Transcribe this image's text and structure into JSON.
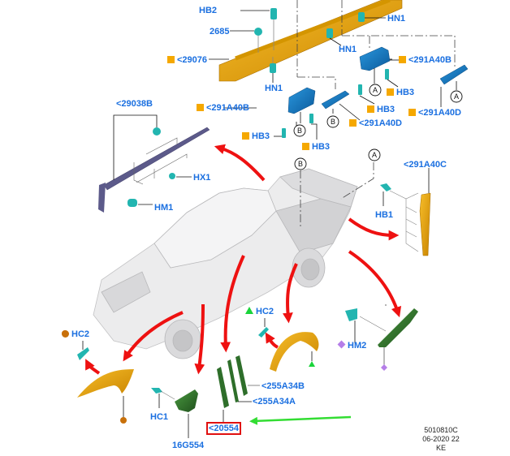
{
  "diagram": {
    "description": "Exploded parts diagram of pickup truck exterior trim: rocker panel moldings, wheel arch moldings, splash shields and fasteners",
    "part_labels": {
      "hb2": "HB2",
      "p2685": "2685",
      "p29076": "<29076",
      "hn1_left": "HN1",
      "hn1_right_top": "HN1",
      "hn1_mid": "HN1",
      "p291a40b_right": "<291A40B",
      "hb3_a": "HB3",
      "p291a40d_right": "<291A40D",
      "p291a40b_left": "<291A40B",
      "hb3_b": "HB3",
      "p291a40d_mid": "<291A40D",
      "hb3_c": "HB3",
      "hb3_d": "HB3",
      "p29038b": "<29038B",
      "hx1": "HX1",
      "hm1": "HM1",
      "p291a40c": "<291A40C",
      "hb1": "HB1",
      "hc2_left": "HC2",
      "hc2_mid": "HC2",
      "hm2": "HM2",
      "hc1": "HC1",
      "p16g554": "16G554",
      "p255a34b": "<255A34B",
      "p255a34a": "<255A34A",
      "p20554": "<20554"
    },
    "reference_circles": {
      "a": "A",
      "b": "B"
    },
    "markers": {
      "square": "orange-square",
      "dot": "brown-dot",
      "triangle": "green-triangle",
      "diamond": "purple-diamond"
    },
    "highlighted_part": "<20554",
    "footer": {
      "line1": "5010810C",
      "line2": "06-2020 22",
      "line3": "KE"
    },
    "colors": {
      "label_blue": "#1a6fe0",
      "orange_part": "#e8a300",
      "blue_part": "#1272c0",
      "teal_fastener": "#22b5b0",
      "green_part": "#2e6e2a",
      "purple_part": "#5c5a8a",
      "red_arrow": "#ee1111",
      "green_arrow": "#33dd33",
      "highlight_box": "#e01010",
      "marker_orange": "#f5a800",
      "marker_brown": "#c8700a",
      "marker_green": "#19d43a",
      "marker_purple": "#b57ee8"
    }
  }
}
